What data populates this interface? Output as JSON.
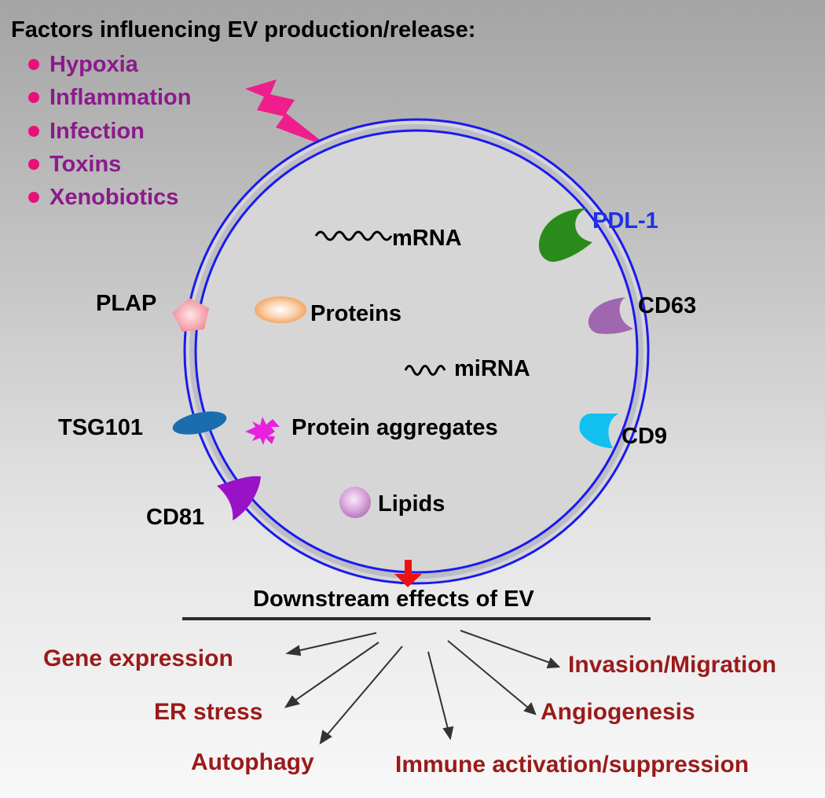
{
  "header": {
    "title": "Factors influencing EV production/release:"
  },
  "factors": [
    "Hypoxia",
    "Inflammation",
    "Infection",
    "Toxins",
    "Xenobiotics"
  ],
  "cargo": {
    "mrna": "mRNA",
    "proteins": "Proteins",
    "mirna": "miRNA",
    "protein_aggregates": "Protein aggregates",
    "lipids": "Lipids"
  },
  "markers": {
    "pdl1": "PDL-1",
    "cd63": "CD63",
    "cd9": "CD9",
    "cd81": "CD81",
    "tsg101": "TSG101",
    "plap": "PLAP"
  },
  "downstream": {
    "title": "Downstream effects of EV",
    "effects": [
      "Gene expression",
      "ER stress",
      "Autophagy",
      "Immune activation/suppression",
      "Angiogenesis",
      "Invasion/Migration"
    ]
  },
  "colors": {
    "membrane": "#1a1aee",
    "factor_text": "#8b1a8b",
    "bullet": "#e8107a",
    "lightning": "#ee1e8c",
    "arrow_red": "#ee1111",
    "effect_text": "#9b1a1a",
    "pdl1_text": "#1f30e6",
    "pdl1_shape": "#2a8a1a",
    "cd63_shape": "#a066b0",
    "cd9_shape": "#12c0f0",
    "cd81_shape": "#9a12c8",
    "tsg101_shape": "#1a6eb0",
    "plap_shape": "#f2aab0",
    "protein_shape": "#f8c090",
    "lipid_shape": "#d49ad8",
    "aggregate_shape": "#e820e0"
  }
}
